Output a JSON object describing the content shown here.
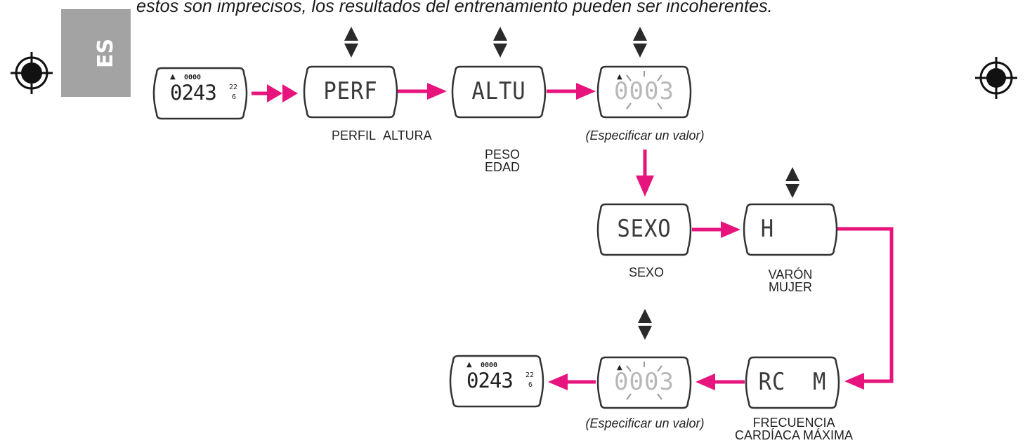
{
  "intro_text": "estos son imprecisos, los resultados del entrenamiento pueden ser incoherentes.",
  "language_tab": "ES",
  "colors": {
    "arrow": "#e6147c",
    "tab": "#a3a3a3",
    "updown": "#2a2a2a"
  },
  "icons": {
    "registration_mark": "registration-crosshair",
    "updown": "up-down-triangle-arrows"
  },
  "displays": {
    "start_time": {
      "main": "0243",
      "top": "0000",
      "seconds": "22",
      "sub": "6"
    },
    "profile": "PERF",
    "height": "ALTU",
    "value_top": "0003",
    "sex": "SEXO",
    "sex_value": "H",
    "hrmax": "RC  M",
    "value_bottom": "0003",
    "end_time": {
      "main": "0243",
      "top": "0000",
      "seconds": "22",
      "sub": "6"
    }
  },
  "captions": {
    "profile": "PERFIL",
    "height": "ALTURA",
    "weight": "PESO",
    "age": "EDAD",
    "specify_top": "(Especificar un valor)",
    "sex": "SEXO",
    "male": "VARÓN",
    "female": "MUJER",
    "hr_line1": "FRECUENCIA",
    "hr_line2": "CARDÍACA MÁXIMA",
    "specify_bottom": "(Especificar un valor)"
  }
}
